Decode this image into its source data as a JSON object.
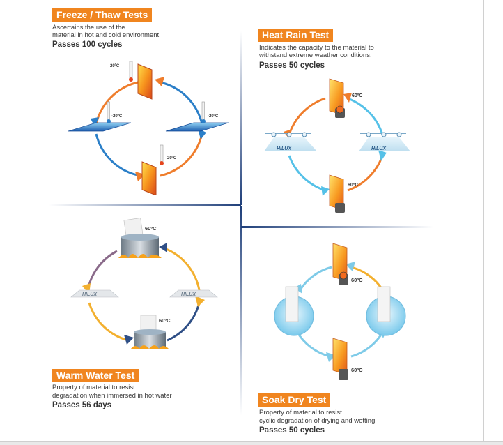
{
  "panels": {
    "freeze_thaw": {
      "title": "Freeze / Thaw Tests",
      "desc_line1": "Ascertains the use of the",
      "desc_line2": "material in hot and cold environment",
      "passes": "Passes 100 cycles",
      "temp_hot_top": "20ºC",
      "temp_cold_left": "-20ºC",
      "temp_cold_right": "-20ºC",
      "temp_hot_bottom": "20ºC"
    },
    "heat_rain": {
      "title": "Heat Rain Test",
      "desc_line1": "Indicates the capacity to the material to",
      "desc_line2": "withstand extreme weather conditions.",
      "passes": "Passes 50 cycles",
      "temp_top": "60ºC",
      "temp_bottom": "60ºC",
      "brand_left": "HILUX",
      "brand_right": "HILUX"
    },
    "warm_water": {
      "title": "Warm Water Test",
      "desc_line1": "Property of material to resist",
      "desc_line2": "degradation when immersed in hot water",
      "passes": "Passes 56 days",
      "temp_top": "60ºC",
      "temp_bottom": "60ºC",
      "brand_left": "HILUX",
      "brand_right": "HILUX"
    },
    "soak_dry": {
      "title": "Soak Dry Test",
      "desc_line1": "Property of material to resist",
      "desc_line2": "cyclic degradation of drying and wetting",
      "passes": "Passes 50 cycles",
      "temp_top": "60ºC",
      "temp_bottom": "60ºC"
    }
  },
  "colors": {
    "title_bar": "#f0851f",
    "divider": "#1f3f7a",
    "hot_arrow": "#ef7d2c",
    "cold_arrow": "#2b7fc8",
    "warm_arrow": "#f3b02f",
    "water_arrow": "#55c1e8"
  }
}
